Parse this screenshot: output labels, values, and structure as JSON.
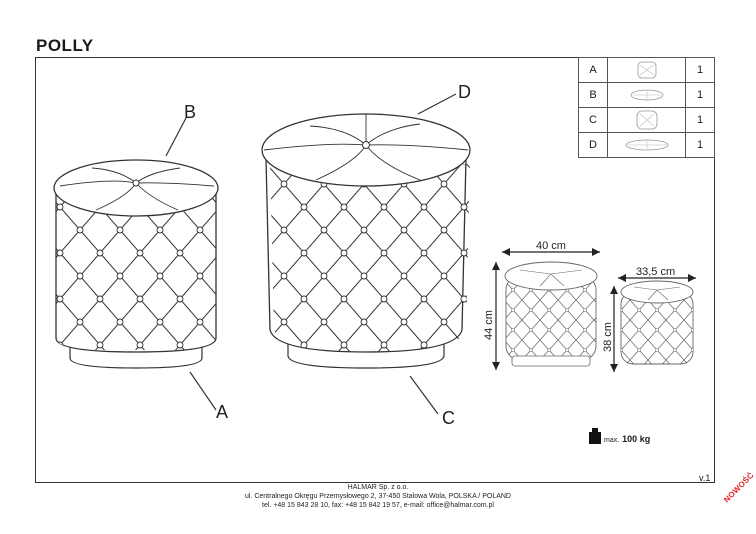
{
  "product": {
    "title": "POLLY"
  },
  "callouts": {
    "a": "A",
    "b": "B",
    "c": "C",
    "d": "D"
  },
  "parts_table": [
    {
      "letter": "A",
      "icon": "small-pouf-body-icon",
      "qty": "1"
    },
    {
      "letter": "B",
      "icon": "small-pouf-lid-icon",
      "qty": "1"
    },
    {
      "letter": "C",
      "icon": "large-pouf-body-icon",
      "qty": "1"
    },
    {
      "letter": "D",
      "icon": "large-pouf-lid-icon",
      "qty": "1"
    }
  ],
  "dimensions": {
    "large_width": "40 cm",
    "large_height": "44 cm",
    "small_width": "33,5 cm",
    "small_height": "38 cm"
  },
  "max_load": {
    "prefix": "max.",
    "value": "100 kg",
    "icon": "weight-icon"
  },
  "version": "v.1",
  "footer": {
    "line1": "HALMAR Sp. z o.o.",
    "line2": "ul. Centralnego Okręgu Przemysłowego 2, 37-450 Stalowa Wola, POLSKA / POLAND",
    "line3": "tel. +48 15 843 28 10, fax: +48 15 842 19 57, e-mail: office@halmar.com.pl"
  },
  "badge": "NOWOŚĆ"
}
